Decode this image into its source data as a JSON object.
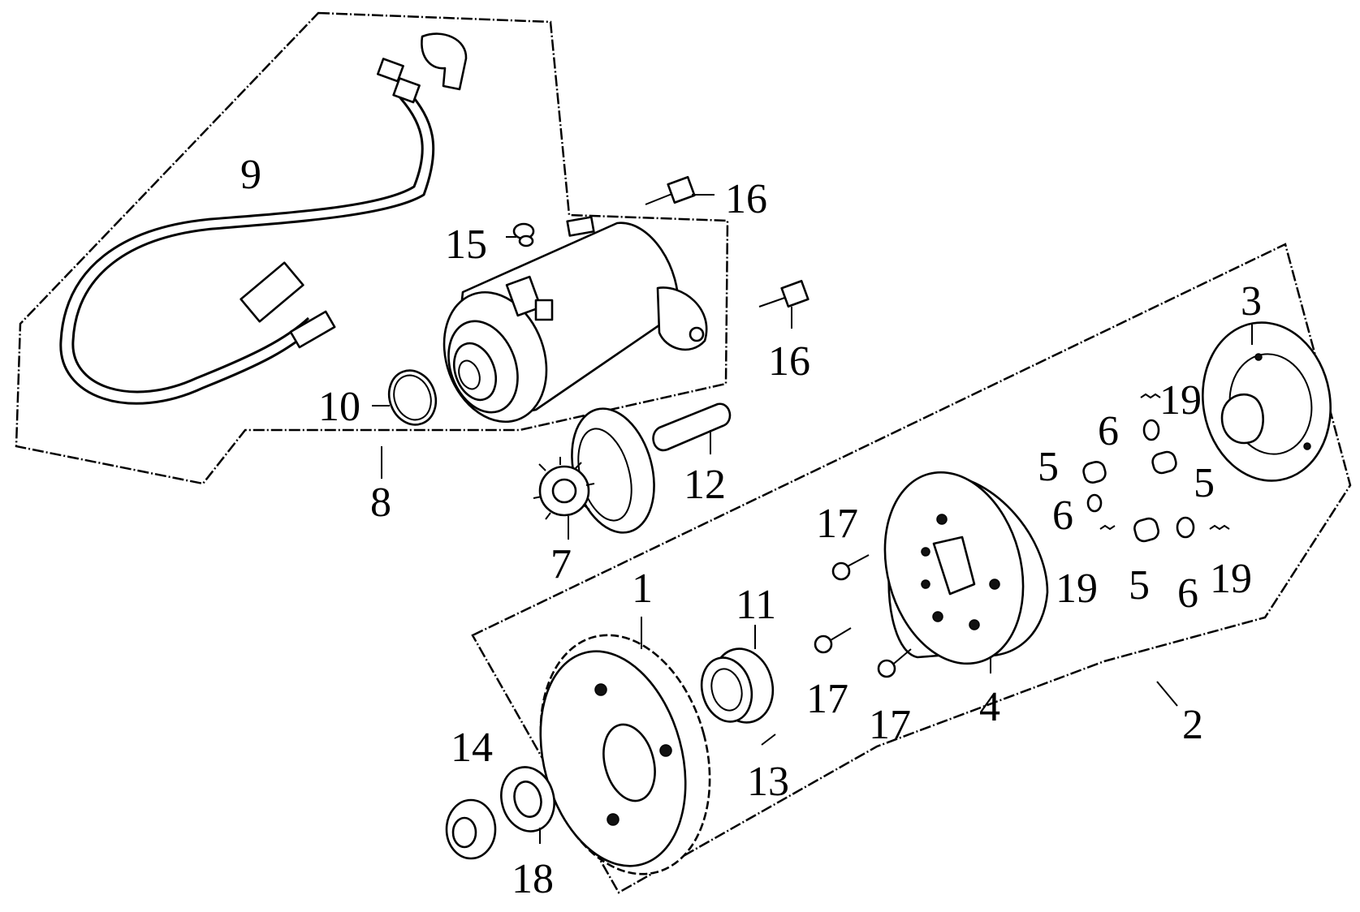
{
  "callouts": {
    "c1": "1",
    "c2": "2",
    "c3": "3",
    "c4": "4",
    "c5a": "5",
    "c5b": "5",
    "c5c": "5",
    "c6a": "6",
    "c6b": "6",
    "c6c": "6",
    "c7": "7",
    "c8": "8",
    "c9": "9",
    "c10": "10",
    "c11": "11",
    "c12": "12",
    "c13": "13",
    "c14": "14",
    "c15": "15",
    "c16a": "16",
    "c16b": "16",
    "c17a": "17",
    "c17b": "17",
    "c17c": "17",
    "c18": "18",
    "c19a": "19",
    "c19b": "19",
    "c19c": "19"
  }
}
